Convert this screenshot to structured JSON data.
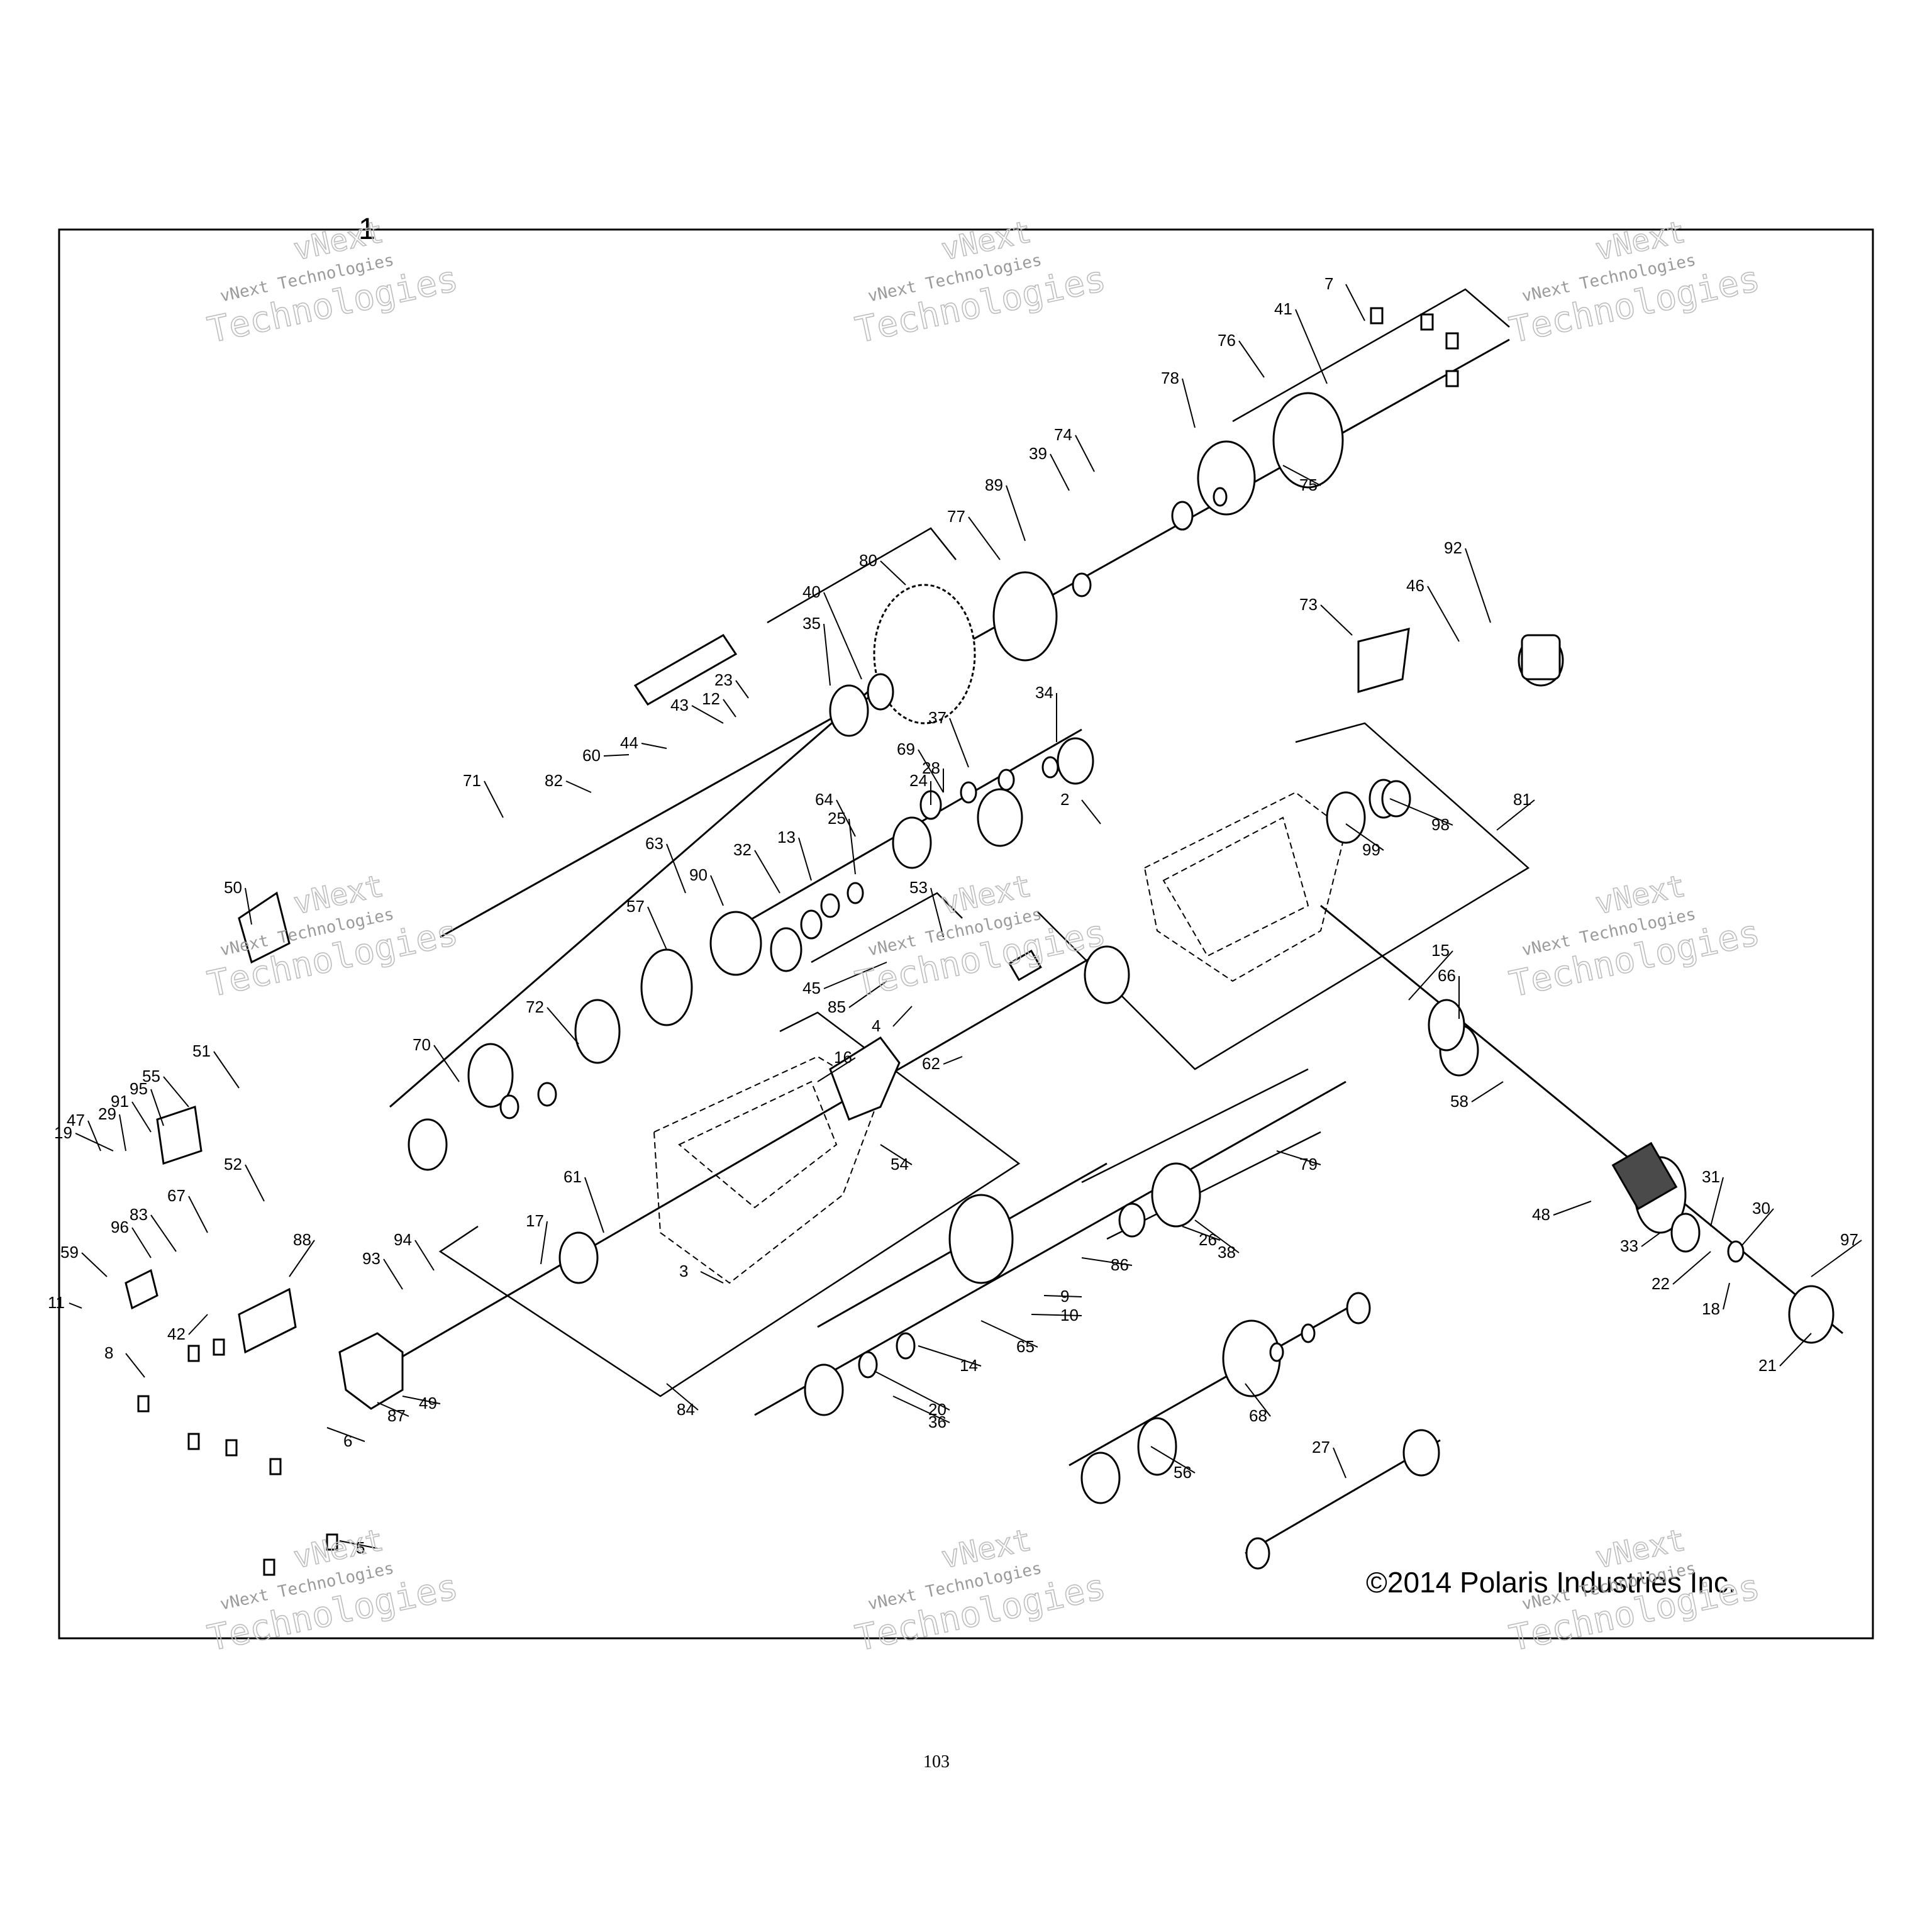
{
  "assembly_number": "1",
  "copyright": "©2014 Polaris Industries Inc.",
  "page_number": "103",
  "watermark": {
    "line1": "vNext",
    "line2": "vNext Technologies",
    "line3": "Technologies"
  },
  "callouts": [
    "2",
    "3",
    "4",
    "5",
    "6",
    "7",
    "8",
    "9",
    "10",
    "11",
    "12",
    "13",
    "14",
    "15",
    "16",
    "17",
    "18",
    "19",
    "20",
    "21",
    "22",
    "23",
    "24",
    "25",
    "26",
    "27",
    "28",
    "29",
    "30",
    "31",
    "32",
    "33",
    "34",
    "35",
    "36",
    "37",
    "38",
    "39",
    "40",
    "41",
    "42",
    "43",
    "44",
    "45",
    "46",
    "47",
    "48",
    "49",
    "50",
    "51",
    "52",
    "53",
    "54",
    "55",
    "56",
    "57",
    "58",
    "59",
    "60",
    "61",
    "62",
    "63",
    "64",
    "65",
    "66",
    "67",
    "68",
    "69",
    "70",
    "71",
    "72",
    "73",
    "74",
    "75",
    "76",
    "77",
    "78",
    "79",
    "80",
    "81",
    "82",
    "83",
    "84",
    "85",
    "86",
    "87",
    "88",
    "89",
    "90",
    "91",
    "92",
    "93",
    "94",
    "95",
    "96",
    "97",
    "98",
    "99"
  ]
}
